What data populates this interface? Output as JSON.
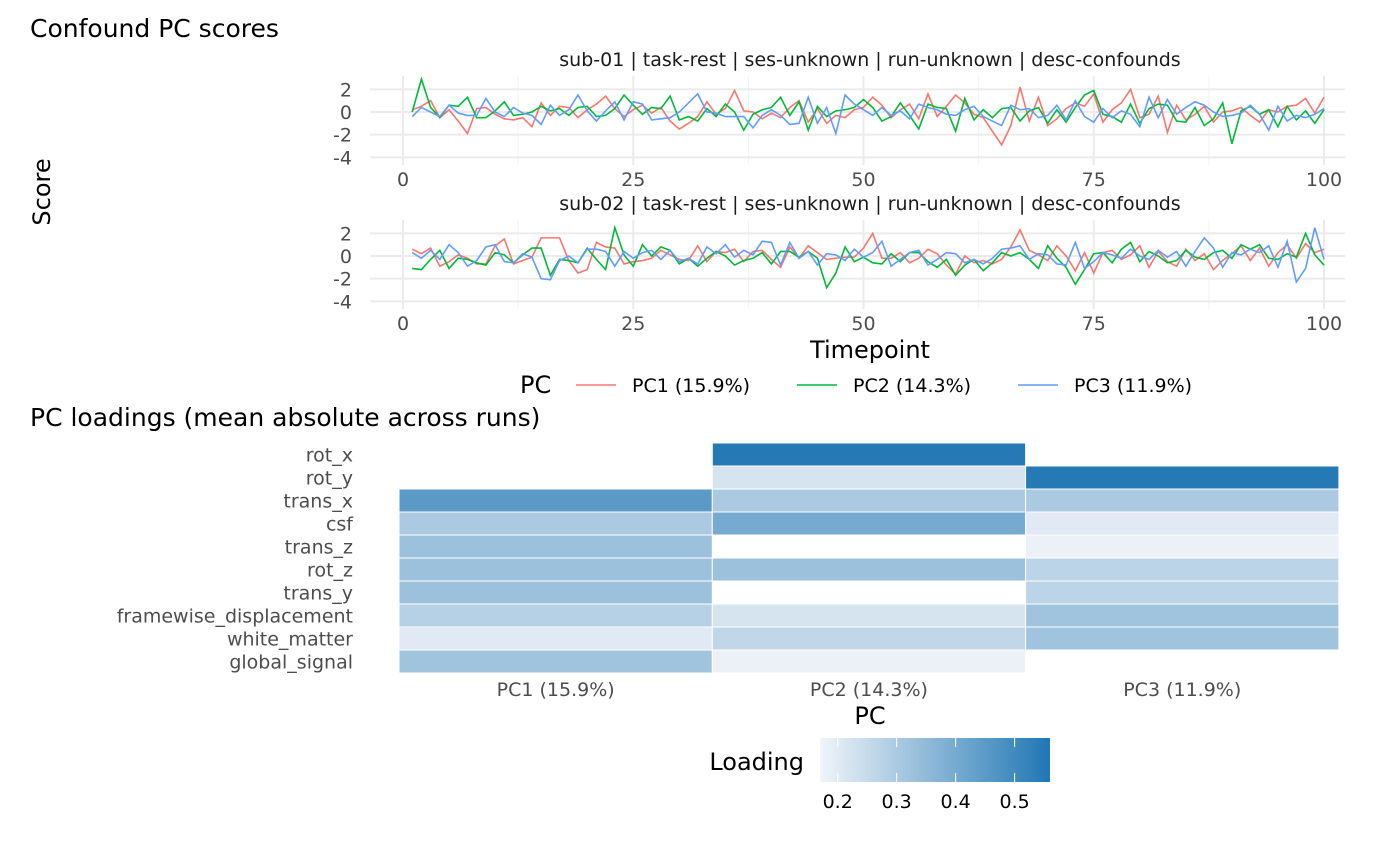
{
  "chart_data": [
    {
      "type": "line",
      "title": "Confound PC scores",
      "xlabel": "Timepoint",
      "ylabel": "Score",
      "xlim": [
        0,
        100
      ],
      "ylim": [
        -4.5,
        3
      ],
      "xticks": [
        "0",
        "25",
        "50",
        "75",
        "100"
      ],
      "xtick_values": [
        0,
        25,
        50,
        75,
        100
      ],
      "yticks": [
        "2",
        "0",
        "-2",
        "-4"
      ],
      "ytick_values": [
        2,
        0,
        -2,
        -4
      ],
      "x_start": 1,
      "legend": {
        "title": "PC",
        "position": "bottom"
      },
      "series_names": [
        "PC1 (15.9%)",
        "PC2 (14.3%)",
        "PC3 (11.9%)"
      ],
      "colors": [
        "#F8766D",
        "#00BA38",
        "#619CFF"
      ],
      "panels": [
        {
          "label": "sub-01 | task-rest | ses-unknown | run-unknown | desc-confounds",
          "series": [
            {
              "name": "PC1 (15.9%)",
              "values": [
                0.2,
                0.5,
                1.0,
                -0.5,
                0.2,
                -0.8,
                -1.9,
                0.3,
                0.4,
                -0.2,
                -0.6,
                -0.7,
                -0.5,
                -1.3,
                0.8,
                -0.3,
                0.5,
                0.4,
                -0.5,
                0.2,
                0.7,
                1.4,
                0.3,
                -0.4,
                0.2,
                0.6,
                -0.1,
                0.4,
                -0.8,
                -1.5,
                -1.0,
                -0.4,
                0.9,
                -0.2,
                0.3,
                1.9,
                0.1,
                0.0,
                -0.6,
                -0.1,
                -0.5,
                0.4,
                1.0,
                -0.9,
                0.3,
                -1.0,
                -0.3,
                -0.5,
                0.2,
                0.4,
                1.3,
                0.6,
                -0.5,
                0.2,
                0.7,
                -0.6,
                1.6,
                -0.4,
                0.5,
                1.5,
                0.8,
                -0.2,
                -0.5,
                -1.7,
                -2.9,
                -1.2,
                2.2,
                -0.8,
                1.3,
                -1.2,
                -0.6,
                0.3,
                0.8,
                0.5,
                1.6,
                -0.9,
                0.2,
                0.8,
                2.0,
                -0.5,
                -0.2,
                1.4,
                -1.8,
                0.6,
                -0.7,
                -0.2,
                0.5,
                -0.9,
                0.0,
                0.1,
                0.4,
                -0.3,
                -0.9,
                0.2,
                0.0,
                0.5,
                0.6,
                1.2,
                -0.1,
                1.3
              ]
            },
            {
              "name": "PC2 (14.3%)",
              "values": [
                0.0,
                2.9,
                0.4,
                -0.5,
                0.6,
                0.5,
                1.3,
                -0.5,
                -0.5,
                0.1,
                0.9,
                -0.3,
                -0.2,
                0.0,
                0.5,
                0.1,
                0.3,
                -0.3,
                0.4,
                0.5,
                -0.4,
                -0.3,
                0.3,
                1.5,
                0.6,
                -0.2,
                0.4,
                0.3,
                1.4,
                -0.7,
                -0.4,
                -0.8,
                0.3,
                -0.4,
                0.7,
                0.0,
                -1.6,
                -0.2,
                0.2,
                0.4,
                1.3,
                -0.3,
                0.9,
                -1.6,
                0.5,
                -0.4,
                0.1,
                0.2,
                0.4,
                1.1,
                0.4,
                -0.8,
                -0.4,
                0.8,
                -0.3,
                -1.5,
                0.7,
                0.4,
                0.3,
                -1.7,
                1.2,
                -0.7,
                0.2,
                -0.5,
                0.3,
                0.4,
                -0.8,
                0.1,
                0.4,
                -1.0,
                0.2,
                -0.9,
                0.4,
                1.5,
                1.9,
                -0.2,
                -0.4,
                -0.9,
                0.7,
                -1.0,
                0.3,
                0.7,
                0.6,
                -0.8,
                -0.9,
                0.4,
                -1.2,
                -0.6,
                0.8,
                -2.8,
                0.1,
                0.5,
                -0.2,
                0.2,
                -1.3,
                0.5,
                -0.7,
                0.1,
                -1.0,
                0.2
              ]
            },
            {
              "name": "PC3 (11.9%)",
              "values": [
                -0.4,
                0.4,
                0.0,
                -0.4,
                0.6,
                -0.1,
                -0.3,
                -0.3,
                1.2,
                0.0,
                -0.4,
                0.4,
                -0.1,
                -0.3,
                -1.1,
                0.6,
                -0.3,
                0.2,
                1.5,
                0.1,
                -0.8,
                0.1,
                0.9,
                -0.7,
                0.9,
                0.7,
                -0.7,
                -0.6,
                -0.5,
                0.0,
                0.8,
                1.6,
                0.0,
                -0.1,
                -0.4,
                -0.4,
                -0.4,
                -1.4,
                -0.3,
                0.2,
                -0.3,
                -1.1,
                -1.0,
                1.3,
                -1.0,
                0.4,
                -1.9,
                1.5,
                0.7,
                0.2,
                -0.3,
                0.4,
                -0.3,
                0.1,
                -0.6,
                0.7,
                0.4,
                0.2,
                -0.2,
                -0.3,
                0.2,
                0.5,
                -0.4,
                -0.8,
                -1.2,
                0.6,
                0.2,
                0.3,
                -0.5,
                -0.3,
                0.6,
                -0.7,
                1.0,
                -0.4,
                -0.9,
                0.3,
                -0.5,
                0.1,
                -0.2,
                -1.3,
                1.3,
                -0.5,
                1.1,
                -0.2,
                0.4,
                0.9,
                0.6,
                0.0,
                -0.4,
                -0.3,
                -0.1,
                0.6,
                -0.2,
                -1.6,
                0.5,
                -0.8,
                -0.3,
                -0.5,
                -0.2,
                0.3
              ]
            }
          ]
        },
        {
          "label": "sub-02 | task-rest | ses-unknown | run-unknown | desc-confounds",
          "series": [
            {
              "name": "PC1 (15.9%)",
              "values": [
                0.6,
                0.2,
                0.7,
                -0.9,
                -0.5,
                0.1,
                -0.2,
                -0.7,
                -0.7,
                0.9,
                1.5,
                -0.7,
                -0.4,
                -0.1,
                1.6,
                1.6,
                1.6,
                -0.4,
                -1.5,
                -1.2,
                1.2,
                0.8,
                0.7,
                -0.7,
                -0.5,
                -0.4,
                -0.2,
                0.5,
                0.1,
                -0.3,
                -0.4,
                0.9,
                -0.5,
                0.4,
                0.3,
                0.6,
                -0.5,
                0.4,
                0.5,
                -0.3,
                -1.0,
                0.8,
                -0.2,
                0.9,
                0.3,
                -0.3,
                -0.2,
                -0.1,
                -0.1,
                0.7,
                2.0,
                -0.2,
                -0.2,
                0.3,
                -0.6,
                -0.2,
                0.6,
                0.2,
                -0.8,
                -1.6,
                0.0,
                -0.6,
                -0.4,
                -0.7,
                -0.3,
                0.8,
                2.3,
                0.5,
                0.1,
                -0.4,
                0.9,
                0.0,
                -1.3,
                0.3,
                -1.5,
                0.3,
                0.5,
                -0.3,
                0.1,
                0.9,
                -1.0,
                0.4,
                -0.5,
                -0.9,
                0.6,
                -0.4,
                0.2,
                -1.2,
                -0.4,
                0.2,
                0.9,
                -0.4,
                0.7,
                -0.9,
                0.3,
                1.0,
                -0.2,
                1.1,
                0.3,
                0.6
              ]
            },
            {
              "name": "PC2 (14.3%)",
              "values": [
                -1.1,
                -1.2,
                -0.3,
                0.5,
                -1.1,
                -0.2,
                -0.3,
                -0.6,
                -0.8,
                0.3,
                0.1,
                -0.6,
                0.1,
                0.7,
                0.7,
                -1.7,
                -0.3,
                -0.4,
                -0.6,
                0.7,
                -0.3,
                -1.2,
                2.5,
                0.1,
                -0.9,
                1.0,
                0.0,
                0.8,
                0.5,
                -0.7,
                -0.2,
                -0.9,
                -0.2,
                0.4,
                0.0,
                -0.8,
                -0.4,
                -0.2,
                0.3,
                -0.7,
                0.4,
                0.4,
                -0.1,
                0.4,
                -0.2,
                -2.8,
                -1.5,
                0.8,
                -0.5,
                -0.1,
                -0.6,
                -0.7,
                0.2,
                -0.5,
                0.3,
                0.3,
                -0.5,
                -1.0,
                -0.3,
                -1.7,
                -0.8,
                -0.3,
                -1.3,
                -0.6,
                0.3,
                0.0,
                0.3,
                -0.3,
                -1.1,
                0.9,
                -0.2,
                -1.0,
                -2.5,
                -1.2,
                0.2,
                0.3,
                -0.6,
                0.6,
                1.2,
                -0.5,
                0.4,
                0.0,
                -0.6,
                -0.4,
                0.5,
                -0.1,
                -0.3,
                0.3,
                0.5,
                -0.2,
                1.0,
                0.6,
                1.0,
                -0.2,
                -0.3,
                0.2,
                -0.1,
                2.0,
                0.1,
                -0.8
              ]
            },
            {
              "name": "PC3 (11.9%)",
              "values": [
                0.3,
                -0.2,
                0.5,
                -0.3,
                1.0,
                0.3,
                -0.9,
                -0.4,
                0.8,
                1.0,
                -0.5,
                -0.6,
                0.2,
                -0.1,
                -2.0,
                -2.1,
                -0.4,
                0.0,
                -0.6,
                0.6,
                0.6,
                0.4,
                -0.9,
                0.4,
                -0.2,
                0.3,
                0.5,
                -0.3,
                0.5,
                -0.5,
                -0.2,
                -0.7,
                0.8,
                0.2,
                1.0,
                -0.1,
                0.5,
                0.1,
                1.3,
                1.2,
                -0.8,
                1.2,
                -0.2,
                0.4,
                -0.8,
                0.2,
                0.1,
                -0.4,
                0.6,
                -0.1,
                0.3,
                1.3,
                -0.9,
                -0.3,
                0.3,
                0.5,
                -0.8,
                -0.3,
                0.3,
                0.2,
                -0.6,
                -0.3,
                -0.7,
                -0.2,
                0.6,
                0.7,
                0.9,
                -0.3,
                0.2,
                0.1,
                -0.7,
                -0.8,
                1.2,
                -1.1,
                -0.5,
                0.3,
                0.1,
                -0.2,
                0.6,
                0.0,
                -0.3,
                0.5,
                -0.1,
                0.4,
                -0.9,
                0.4,
                1.6,
                0.7,
                -1.0,
                0.3,
                0.1,
                0.6,
                0.3,
                0.9,
                -1.0,
                1.3,
                -2.3,
                -1.1,
                2.5,
                -0.3
              ]
            }
          ]
        }
      ]
    },
    {
      "type": "heatmap",
      "title": "PC loadings (mean absolute across runs)",
      "xlabel": "PC",
      "ylabel": "",
      "columns": [
        "PC1 (15.9%)",
        "PC2 (14.3%)",
        "PC3 (11.9%)"
      ],
      "rows": [
        "rot_x",
        "rot_y",
        "trans_x",
        "csf",
        "trans_z",
        "rot_z",
        "trans_y",
        "framewise_displacement",
        "white_matter",
        "global_signal"
      ],
      "values": [
        [
          null,
          0.55,
          null
        ],
        [
          null,
          0.22,
          0.55
        ],
        [
          0.45,
          0.3,
          0.3
        ],
        [
          0.3,
          0.4,
          0.2
        ],
        [
          0.33,
          null,
          0.18
        ],
        [
          0.33,
          0.33,
          0.27
        ],
        [
          0.33,
          null,
          0.27
        ],
        [
          0.28,
          0.22,
          0.32
        ],
        [
          0.2,
          0.26,
          0.32
        ],
        [
          0.32,
          0.18,
          null
        ]
      ],
      "color_scale": {
        "low": "#F1F4F9",
        "high": "#2077B4",
        "range": [
          0.17,
          0.56
        ]
      },
      "legend": {
        "title": "Loading",
        "position": "bottom",
        "ticks": [
          "0.2",
          "0.3",
          "0.4",
          "0.5"
        ],
        "tick_values": [
          0.2,
          0.3,
          0.4,
          0.5
        ]
      }
    }
  ]
}
